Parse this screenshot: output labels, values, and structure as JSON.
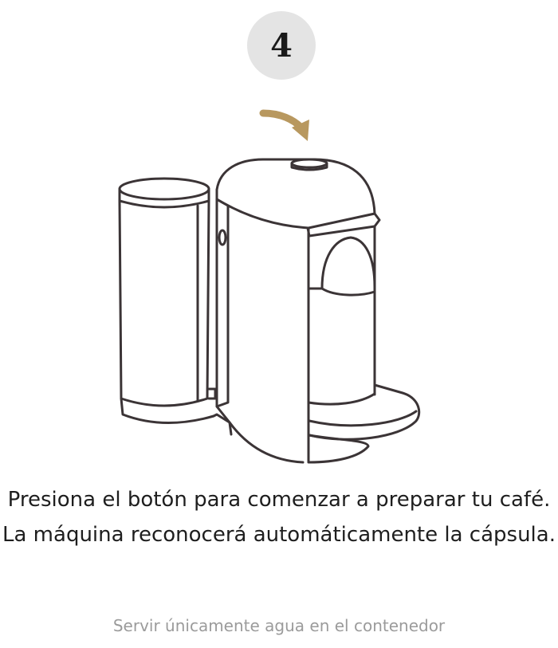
{
  "step": {
    "number": "4"
  },
  "instructions": {
    "line1": "Presiona el botón para comenzar a preparar tu café.",
    "line2": "La máquina reconocerá automáticamente la cápsula."
  },
  "footnote": "Servir únicamente agua en el contenedor",
  "colors": {
    "badge_background": "#e4e4e4",
    "arrow": "#b8985f",
    "line_art": "#3b3436",
    "footnote_text": "#9b9b9b"
  },
  "icons": {
    "arrow": "curved-arrow-icon",
    "machine": "coffee-machine-illustration"
  }
}
